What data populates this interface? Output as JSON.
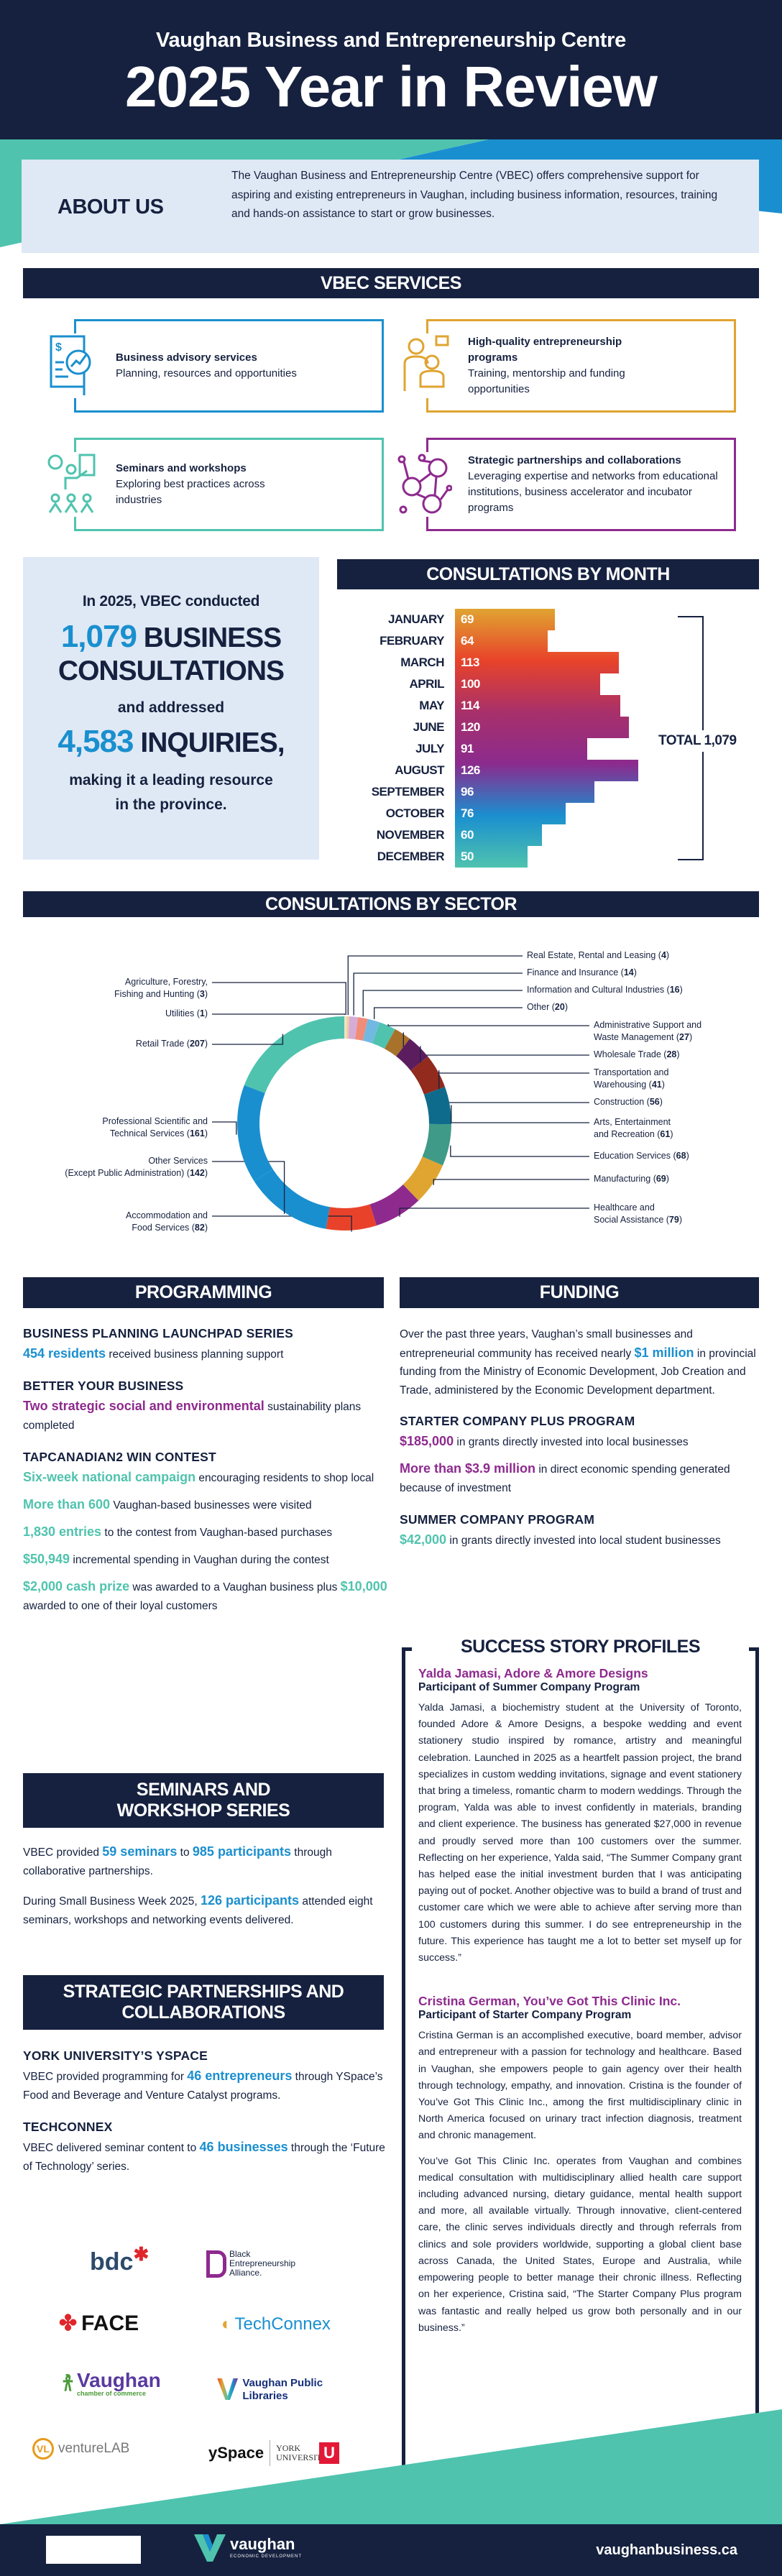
{
  "header": {
    "subtitle": "Vaughan Business and Entrepreneurship Centre",
    "title": "2025 Year in Review"
  },
  "about": {
    "heading": "ABOUT US",
    "text": "The Vaughan Business and Entrepreneurship Centre (VBEC) offers comprehensive support for aspiring and existing entrepreneurs in Vaughan, including business information, resources, training and hands-on assistance to start or grow businesses."
  },
  "services": {
    "title": "VBEC SERVICES",
    "items": [
      {
        "title": "Business advisory services",
        "desc": "Planning, resources and opportunities",
        "icon": "financial-analysis-icon",
        "color": "#1a8fcf"
      },
      {
        "title": "High-quality entrepreneurship programs",
        "desc": "Training, mentorship and funding opportunities",
        "icon": "mentorship-icon",
        "color": "#e0a431"
      },
      {
        "title": "Seminars and workshops",
        "desc": "Exploring best practices across industries",
        "icon": "presentation-icon",
        "color": "#4fc3ae"
      },
      {
        "title": "Strategic partnerships and collaborations",
        "desc": "Leveraging expertise and networks from educational institutions, business accelerator and incubator programs",
        "icon": "network-icon",
        "color": "#8e2a8e"
      }
    ]
  },
  "summary": {
    "line1": "In 2025, VBEC conducted",
    "consultations_number": "1,079",
    "consultations_word1": "BUSINESS",
    "consultations_word2": "CONSULTATIONS",
    "line2": "and addressed",
    "inquiries_number": "4,583",
    "inquiries_word": "INQUIRIES,",
    "line3": "making it a leading resource",
    "line4": "in the province."
  },
  "chart_data": [
    {
      "type": "bar",
      "title": "CONSULTATIONS BY MONTH",
      "orientation": "horizontal",
      "categories": [
        "JANUARY",
        "FEBRUARY",
        "MARCH",
        "APRIL",
        "MAY",
        "JUNE",
        "JULY",
        "AUGUST",
        "SEPTEMBER",
        "OCTOBER",
        "NOVEMBER",
        "DECEMBER"
      ],
      "values": [
        69,
        64,
        113,
        100,
        114,
        120,
        91,
        126,
        96,
        76,
        60,
        50
      ],
      "total_label": "TOTAL 1,079",
      "colors": [
        "#e0a431",
        "#e8432a",
        "#a8306a",
        "#8b2b8e",
        "#1a8fcf",
        "#4fc3ae"
      ]
    },
    {
      "type": "pie",
      "title": "CONSULTATIONS BY SECTOR",
      "style": "donut",
      "slices": [
        {
          "label": "Utilities",
          "value": 1,
          "color": "#d4dde6"
        },
        {
          "label": "Agriculture, Forestry,\nFishing and Hunting",
          "value": 3,
          "color": "#f6e3bd"
        },
        {
          "label": "Real Estate, Rental and Leasing",
          "value": 4,
          "color": "#f2cf9a"
        },
        {
          "label": "Finance and Insurance",
          "value": 14,
          "color": "#d6acd6"
        },
        {
          "label": "Information and Cultural Industries",
          "value": 16,
          "color": "#f08c78"
        },
        {
          "label": "Other",
          "value": 20,
          "color": "#72b9e2"
        },
        {
          "label": "Administrative Support and\nWaste Management",
          "value": 27,
          "color": "#4fc3ae"
        },
        {
          "label": "Wholesale Trade",
          "value": 28,
          "color": "#a8722a"
        },
        {
          "label": "Transportation and\nWarehousing",
          "value": 41,
          "color": "#5c1d5e"
        },
        {
          "label": "Construction",
          "value": 56,
          "color": "#922a1e"
        },
        {
          "label": "Arts, Entertainment\nand Recreation",
          "value": 61,
          "color": "#0f6b8c"
        },
        {
          "label": "Education Services",
          "value": 68,
          "color": "#3f9a88"
        },
        {
          "label": "Manufacturing",
          "value": 69,
          "color": "#e0a431"
        },
        {
          "label": "Healthcare and\nSocial Assistance",
          "value": 79,
          "color": "#8e2a8e"
        },
        {
          "label": "Accommodation and\nFood Services",
          "value": 82,
          "color": "#e8432a"
        },
        {
          "label": "Other Services\n(Except Public Administration)",
          "value": 142,
          "color": "#1a8fcf"
        },
        {
          "label": "Professional Scientific and\nTechnical Services",
          "value": 161,
          "color": "#1a8fcf"
        },
        {
          "label": "Retail Trade",
          "value": 207,
          "color": "#4fc3ae"
        }
      ]
    }
  ],
  "programming": {
    "title": "PROGRAMMING",
    "blocks": [
      {
        "heading": "BUSINESS PLANNING LAUNCHPAD SERIES",
        "paras": [
          [
            {
              "text": "454 residents",
              "hl": "blue"
            },
            {
              "text": " received business planning support"
            }
          ]
        ]
      },
      {
        "heading": "BETTER YOUR BUSINESS",
        "paras": [
          [
            {
              "text": "Two strategic social and environmental",
              "hl": "purple"
            },
            {
              "text": " sustainability plans completed"
            }
          ]
        ]
      },
      {
        "heading": "TAPCANADIAN2 WIN CONTEST",
        "paras": [
          [
            {
              "text": "Six-week national campaign",
              "hl": "teal"
            },
            {
              "text": " encouraging residents to shop local"
            }
          ],
          [
            {
              "text": "More than 600",
              "hl": "teal"
            },
            {
              "text": " Vaughan-based businesses were visited"
            }
          ],
          [
            {
              "text": "1,830 entries",
              "hl": "teal"
            },
            {
              "text": " to the contest from Vaughan-based purchases"
            }
          ],
          [
            {
              "text": "$50,949",
              "hl": "teal"
            },
            {
              "text": " incremental spending in Vaughan during the contest"
            }
          ],
          [
            {
              "text": "$2,000 cash prize",
              "hl": "teal"
            },
            {
              "text": " was awarded to a Vaughan business plus "
            },
            {
              "text": "$10,000",
              "hl": "teal"
            },
            {
              "text": " awarded to one of their loyal customers"
            }
          ]
        ]
      }
    ]
  },
  "funding": {
    "title": "FUNDING",
    "intro": [
      {
        "text": "Over the past three years, Vaughan’s small businesses and entrepreneurial community has received nearly "
      },
      {
        "text": "$1 million",
        "hl": "blue"
      },
      {
        "text": " in provincial funding from the Ministry of Economic Development, Job Creation and Trade, administered by the Economic Development department."
      }
    ],
    "blocks": [
      {
        "heading": "STARTER COMPANY PLUS PROGRAM",
        "paras": [
          [
            {
              "text": "$185,000",
              "hl": "purple"
            },
            {
              "text": " in grants directly invested into local businesses"
            }
          ],
          [
            {
              "text": "More than $3.9 million",
              "hl": "purple"
            },
            {
              "text": " in direct economic spending generated because of investment"
            }
          ]
        ]
      },
      {
        "heading": "SUMMER COMPANY PROGRAM",
        "paras": [
          [
            {
              "text": "$42,000",
              "hl": "teal"
            },
            {
              "text": " in grants directly invested into local student businesses"
            }
          ]
        ]
      }
    ]
  },
  "seminars": {
    "title": "SEMINARS AND WORKSHOP SERIES",
    "paras": [
      [
        {
          "text": "VBEC provided "
        },
        {
          "text": "59 seminars",
          "hl": "blue"
        },
        {
          "text": " to "
        },
        {
          "text": "985 participants",
          "hl": "blue"
        },
        {
          "text": " through collaborative partnerships."
        }
      ],
      [
        {
          "text": "During Small Business Week 2025, "
        },
        {
          "text": "126 participants",
          "hl": "blue"
        },
        {
          "text": " attended eight seminars, workshops and networking events delivered."
        }
      ]
    ]
  },
  "partnerships": {
    "title": "STRATEGIC PARTNERSHIPS AND COLLABORATIONS",
    "blocks": [
      {
        "heading": "YORK UNIVERSITY’S YSPACE",
        "paras": [
          [
            {
              "text": "VBEC provided programming for "
            },
            {
              "text": "46 entrepreneurs",
              "hl": "blue"
            },
            {
              "text": " through YSpace’s Food and Beverage and Venture Catalyst programs."
            }
          ]
        ]
      },
      {
        "heading": "TECHCONNEX",
        "paras": [
          [
            {
              "text": "VBEC delivered seminar content to "
            },
            {
              "text": "46 businesses",
              "hl": "blue"
            },
            {
              "text": " through the ‘Future of Technology’ series."
            }
          ]
        ]
      }
    ],
    "logos": [
      "bdc",
      "Black Entrepreneurship Alliance.",
      "FACE",
      "TechConnex",
      "Vaughan",
      "chamber of commerce",
      "Vaughan Public Libraries",
      "ventureLAB",
      "ySpace",
      "YORK UNIVERSITY",
      "U"
    ]
  },
  "success": {
    "title": "SUCCESS STORY PROFILES",
    "profiles": [
      {
        "name": "Yalda Jamasi, Adore & Amore Designs",
        "program": "Participant of Summer Company Program",
        "paras": [
          "Yalda Jamasi, a biochemistry student at the University of Toronto, founded Adore & Amore Designs, a bespoke wedding and event stationery studio inspired by romance, artistry and meaningful celebration. Launched in 2025 as a heartfelt passion project, the brand specializes in custom wedding invitations, signage and event stationery that bring a timeless, romantic charm to modern weddings. Through the program, Yalda was able to invest confidently in materials, branding and client experience. The business has generated $27,000 in revenue and proudly served more than 100 customers over the summer. Reflecting on her experience, Yalda said, “The Summer Company grant has helped ease the initial investment burden that I was anticipating paying out of pocket. Another objective was to build a brand of trust and customer care which we were able to achieve after serving more than 100 customers during this summer. I do see entrepreneurship in the future. This experience has taught me a lot to better set myself up for success.”"
        ]
      },
      {
        "name": "Cristina German, You’ve Got This Clinic Inc.",
        "program": "Participant of Starter Company Program",
        "paras": [
          "Cristina German is an accomplished executive, board member, advisor and entrepreneur with a passion for technology and healthcare. Based in Vaughan, she empowers people to gain agency over their health through technology, empathy, and innovation. Cristina is the founder of You’ve Got This Clinic Inc., among the first multidisciplinary clinic in North America focused on urinary tract infection diagnosis, treatment and chronic management.",
          "You’ve Got This Clinic Inc. operates from Vaughan and combines medical consultation with multidisciplinary allied health care support including advanced nursing, dietary guidance, mental health support and more, all available virtually. Through innovative, client-centered care, the clinic serves individuals directly and through referrals from clinics and sole providers worldwide, supporting a global client base across Canada, the United States, Europe and Australia, while empowering people to better manage their chronic illness. Reflecting on her experience, Cristina said, “The Starter Company Plus program was fantastic and really helped us grow both personally and in our business.”"
        ]
      }
    ]
  },
  "footer": {
    "brand": "vaughan",
    "brand_sub": "ECONOMIC DEVELOPMENT",
    "url": "vaughanbusiness.ca"
  },
  "colors": {
    "navy": "#16213f",
    "blue": "#1a8fcf",
    "purple": "#8e2a8e",
    "teal": "#4fc3ae",
    "gold": "#e0a431"
  }
}
